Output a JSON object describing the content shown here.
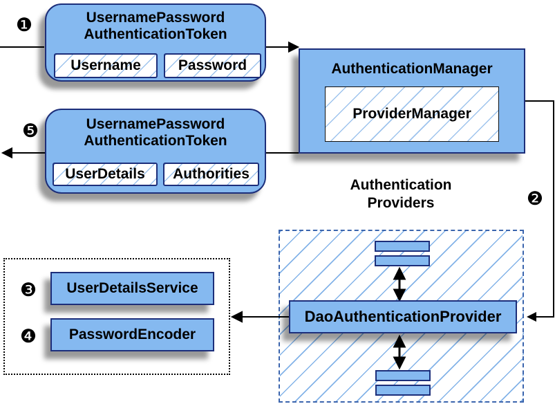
{
  "colors": {
    "box_fill": "#85b9f0",
    "box_border": "#1c2e7a",
    "hatch_line": "#8db9ea",
    "group_dashed_border": "#3a64ad",
    "group_dotted_border": "#000000",
    "connector": "#000000",
    "shadow": "#9e9e9e",
    "text": "#000000",
    "background": "#ffffff"
  },
  "badges": {
    "step1": "❶",
    "step2": "❷",
    "step3": "❸",
    "step4": "❹",
    "step5": "❺"
  },
  "token_request": {
    "title_line1": "UsernamePassword",
    "title_line2": "AuthenticationToken",
    "fields": [
      "Username",
      "Password"
    ]
  },
  "authentication_manager": {
    "title": "AuthenticationManager",
    "inner": "ProviderManager"
  },
  "token_response": {
    "title_line1": "UsernamePassword",
    "title_line2": "AuthenticationToken",
    "fields": [
      "UserDetails",
      "Authorities"
    ]
  },
  "providers_group": {
    "heading_line1": "Authentication",
    "heading_line2": "Providers",
    "provider": "DaoAuthenticationProvider"
  },
  "services_group": {
    "items": [
      "UserDetailsService",
      "PasswordEncoder"
    ]
  }
}
